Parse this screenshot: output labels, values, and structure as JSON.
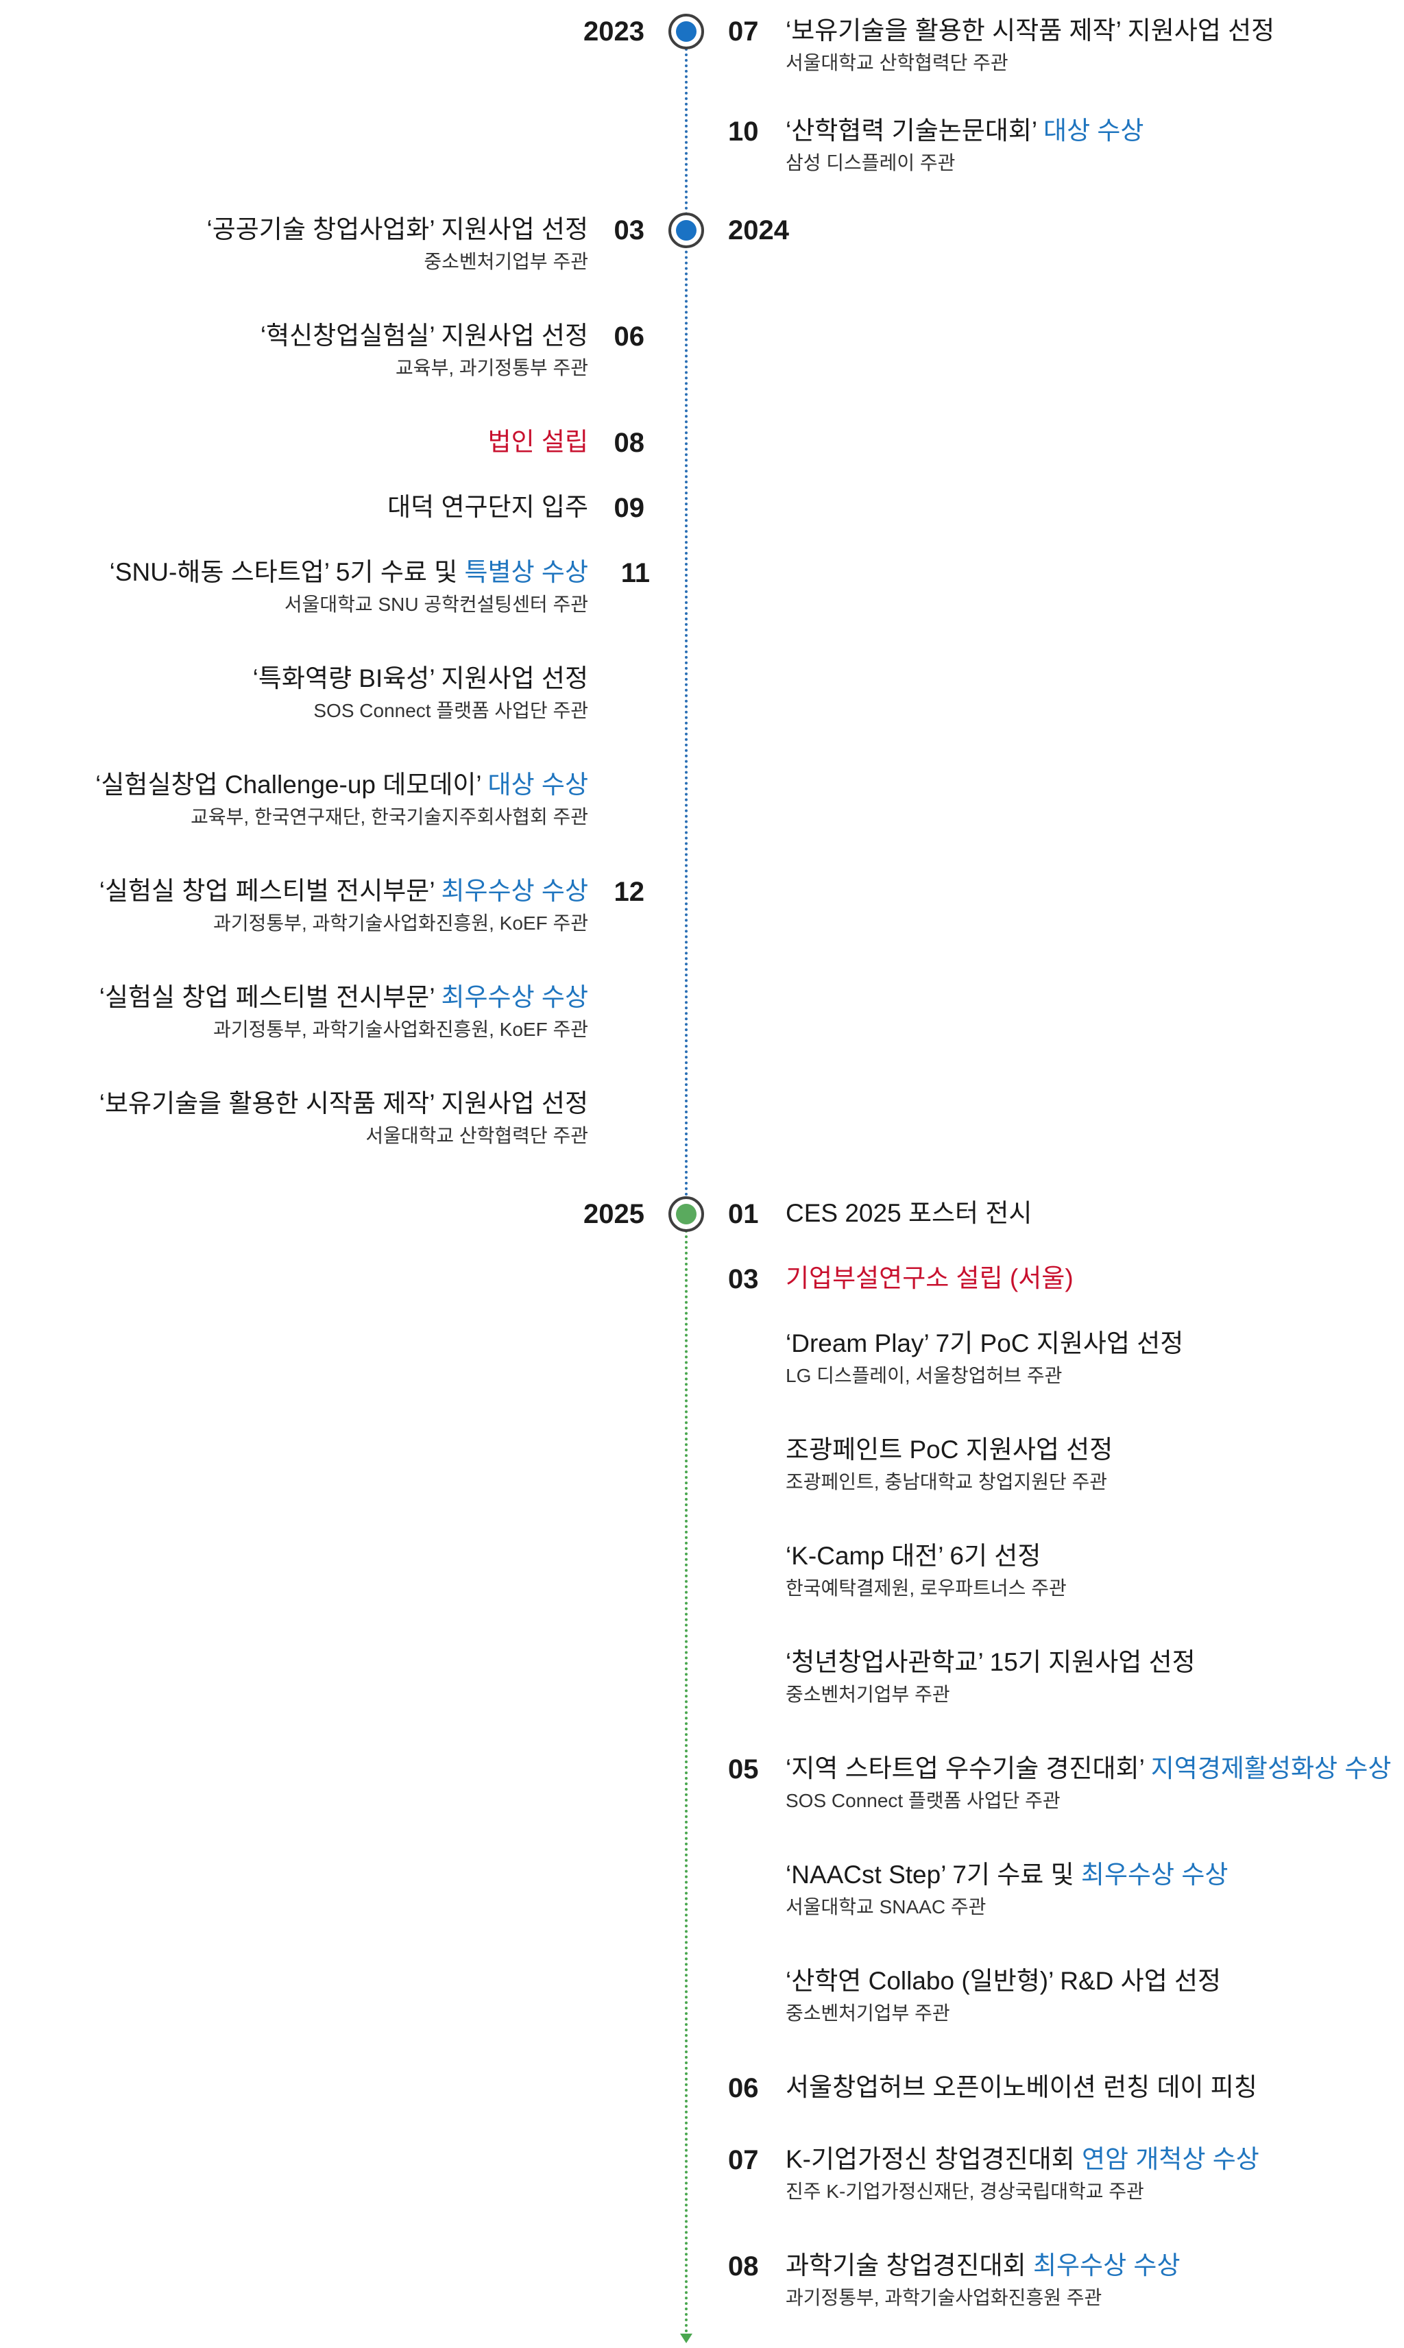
{
  "colors": {
    "accent_blue": "#1f75bf",
    "accent_red": "#c8102e",
    "dot_blue": "#1a72c4",
    "dot_green": "#5aaa5e"
  },
  "years": [
    {
      "year": "2023",
      "months": [
        {
          "month": "07",
          "items": [
            {
              "title": "‘보유기술을 활용한 시작품 제작’ 지원사업 선정",
              "highlight": "",
              "sub": "서울대학교 산학협력단 주관"
            }
          ]
        },
        {
          "month": "10",
          "items": [
            {
              "title": "‘산학협력 기술논문대회’ ",
              "highlight": "대상 수상",
              "sub": "삼성 디스플레이 주관"
            }
          ]
        }
      ]
    },
    {
      "year": "2024",
      "months": [
        {
          "month": "03",
          "items": [
            {
              "title": "‘공공기술 창업사업화’ 지원사업 선정",
              "highlight": "",
              "sub": "중소벤처기업부 주관"
            }
          ]
        },
        {
          "month": "06",
          "items": [
            {
              "title": "‘혁신창업실험실’ 지원사업 선정",
              "highlight": "",
              "sub": "교육부, 과기정통부 주관"
            }
          ]
        },
        {
          "month": "08",
          "items": [
            {
              "title": "법인 설립",
              "highlight": "",
              "sub": ""
            }
          ]
        },
        {
          "month": "09",
          "items": [
            {
              "title": "대덕 연구단지 입주",
              "highlight": "",
              "sub": ""
            }
          ]
        },
        {
          "month": "11",
          "items": [
            {
              "title": "‘SNU-해동 스타트업’ 5기 수료 및 ",
              "highlight": "특별상 수상",
              "sub": "서울대학교 SNU 공학컨설팅센터 주관"
            },
            {
              "title": "‘특화역량 BI육성’ 지원사업 선정",
              "highlight": "",
              "sub": "SOS Connect 플랫폼 사업단 주관"
            },
            {
              "title": "‘실험실창업 Challenge-up 데모데이’ ",
              "highlight": "대상 수상",
              "sub": "교육부, 한국연구재단, 한국기술지주회사협회 주관"
            }
          ]
        },
        {
          "month": "12",
          "items": [
            {
              "title": "‘실험실 창업 페스티벌 전시부문’ ",
              "highlight": "최우수상 수상",
              "sub": "과기정통부, 과학기술사업화진흥원, KoEF 주관"
            },
            {
              "title": "‘실험실 창업 페스티벌 전시부문’ ",
              "highlight": "최우수상 수상",
              "sub": "과기정통부, 과학기술사업화진흥원, KoEF 주관"
            },
            {
              "title": "‘보유기술을 활용한 시작품 제작’ 지원사업 선정",
              "highlight": "",
              "sub": "서울대학교 산학협력단 주관"
            }
          ]
        }
      ]
    },
    {
      "year": "2025",
      "months": [
        {
          "month": "01",
          "items": [
            {
              "title": "CES 2025 포스터 전시",
              "highlight": "",
              "sub": ""
            }
          ]
        },
        {
          "month": "03",
          "items": [
            {
              "title": "기업부설연구소 설립 (서울)",
              "highlight": "",
              "sub": ""
            },
            {
              "title": "‘Dream Play’ 7기 PoC 지원사업 선정",
              "highlight": "",
              "sub": "LG 디스플레이, 서울창업허브 주관"
            },
            {
              "title": "조광페인트 PoC 지원사업 선정",
              "highlight": "",
              "sub": "조광페인트, 충남대학교 창업지원단 주관"
            },
            {
              "title": "‘K-Camp 대전’ 6기 선정",
              "highlight": "",
              "sub": "한국예탁결제원, 로우파트너스 주관"
            },
            {
              "title": "‘청년창업사관학교’ 15기 지원사업 선정",
              "highlight": "",
              "sub": "중소벤처기업부 주관"
            }
          ]
        },
        {
          "month": "05",
          "items": [
            {
              "title": "‘지역 스타트업 우수기술 경진대회’ ",
              "highlight": "지역경제활성화상 수상",
              "sub": "SOS Connect 플랫폼 사업단 주관"
            },
            {
              "title": "‘NAACst Step’ 7기 수료 및 ",
              "highlight": "최우수상 수상",
              "sub": "서울대학교 SNAAC 주관"
            },
            {
              "title": "‘산학연 Collabo (일반형)’ R&D 사업 선정",
              "highlight": "",
              "sub": "중소벤처기업부 주관"
            }
          ]
        },
        {
          "month": "06",
          "items": [
            {
              "title": "서울창업허브 오픈이노베이션 런칭 데이 피칭",
              "highlight": "",
              "sub": ""
            }
          ]
        },
        {
          "month": "07",
          "items": [
            {
              "title": "K-기업가정신 창업경진대회 ",
              "highlight": "연암 개척상 수상",
              "sub": "진주 K-기업가정신재단, 경상국립대학교 주관"
            }
          ]
        },
        {
          "month": "08",
          "items": [
            {
              "title": "과학기술 창업경진대회 ",
              "highlight": "최우수상 수상",
              "sub": "과기정통부, 과학기술사업화진흥원 주관"
            }
          ]
        }
      ]
    }
  ]
}
